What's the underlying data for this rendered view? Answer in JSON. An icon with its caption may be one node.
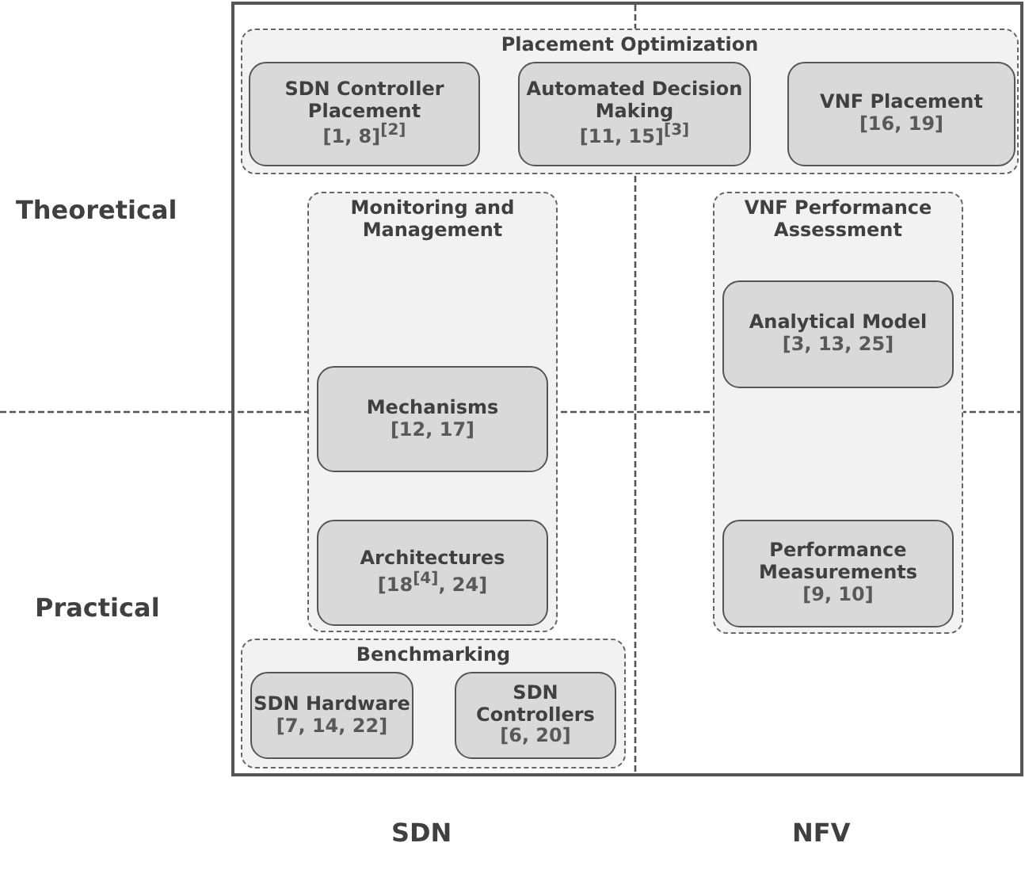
{
  "diagram": {
    "nodes": [
      {
        "text": [
          "Placement Optimization"
        ]
      },
      {
        "text": [
          "SDN Controller Placement",
          "[1, 8]$^{[2]}$"
        ],
        "in": 0
      },
      {
        "text": [
          "Automated Decision Making",
          "[11, 15]$^{[3]}$"
        ],
        "in": 0
      },
      {
        "text": [
          "VNF Placement",
          "[16, 19]"
        ],
        "in": 0
      },
      {
        "text": [
          "Monitoring and Management"
        ]
      },
      {
        "text": [
          "Mechanisms",
          "[12, 17]"
        ],
        "in": 4
      },
      {
        "text": [
          "Architectures",
          "[18$^{[4]}$, 24]"
        ],
        "in": 4
      },
      {
        "text": [
          "VNF Performance Assessment"
        ]
      },
      {
        "text": [
          "Analytical Model",
          "[3, 13, 25]"
        ],
        "in": 7
      },
      {
        "text": [
          "Performance Measurements",
          "[9, 10]"
        ],
        "in": 7
      },
      {
        "text": [
          "Benchmarking"
        ]
      },
      {
        "text": [
          "SDN Hardware",
          "[7, 14, 22]"
        ],
        "in": 10
      },
      {
        "text": [
          "SDN Controllers",
          "[6, 20]"
        ],
        "in": 10
      }
    ],
    "labels": [
      "Theoretical",
      "Practical",
      "SDN",
      "NFV"
    ]
  }
}
